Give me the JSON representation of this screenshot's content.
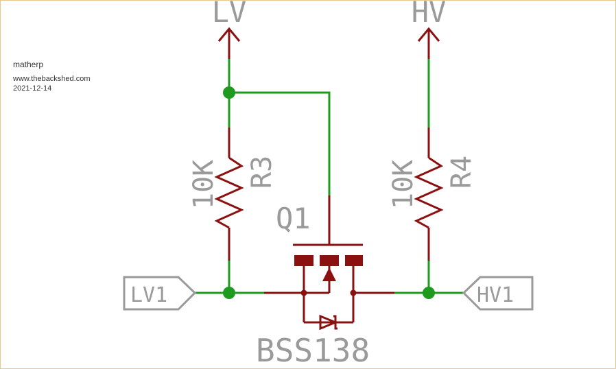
{
  "meta": {
    "author": "matherp",
    "site": "www.thebackshed.com",
    "date": "2021-12-14"
  },
  "schematic": {
    "supply_left": "LV",
    "supply_right": "HV",
    "port_left": "LV1",
    "port_right": "HV1",
    "r_left_value": "10K",
    "r_left_ref": "R3",
    "r_right_value": "10K",
    "r_right_ref": "R4",
    "q_ref": "Q1",
    "q_part": "BSS138",
    "colors": {
      "wire": "#1e9a1e",
      "component": "#8b1010",
      "label": "#9a9a9a",
      "border": "#e4c98a"
    }
  }
}
